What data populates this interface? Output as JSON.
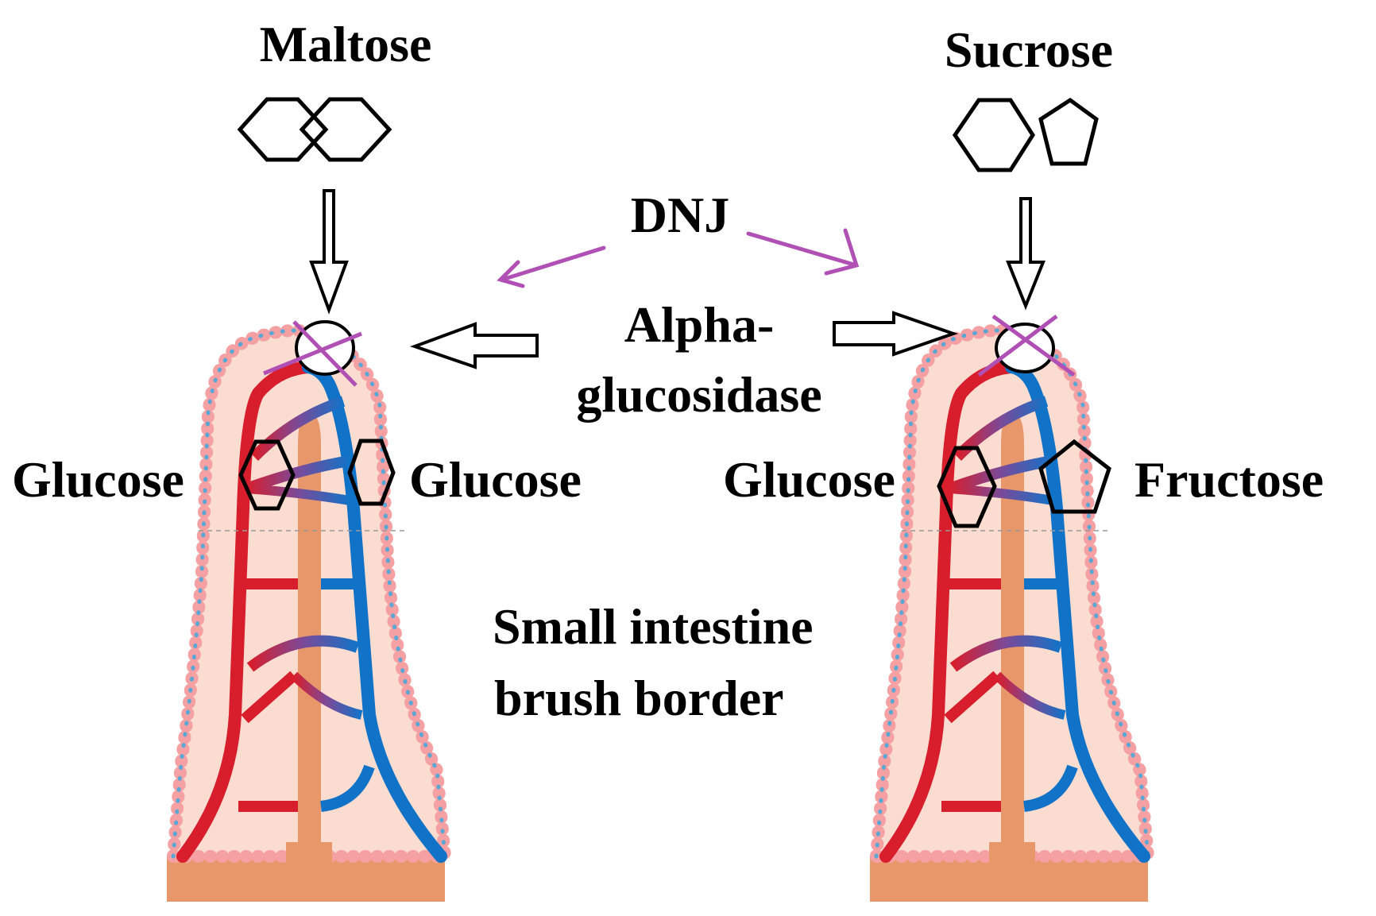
{
  "labels": {
    "maltose": "Maltose",
    "sucrose": "Sucrose",
    "dnj": "DNJ",
    "alpha_line1": "Alpha-",
    "alpha_line2": "glucosidase",
    "left_glucose_a": "Glucose",
    "left_glucose_b": "Glucose",
    "right_glucose": "Glucose",
    "right_fructose": "Fructose",
    "tissue_line1": "Small intestine",
    "tissue_line2": "brush border"
  },
  "colors": {
    "artery": "#d81e2c",
    "vein": "#1173c8",
    "lacteal": "#e8976a",
    "villus_fill": "#fbdcd0",
    "villus_border": "#f5a0a2",
    "villus_dots": "#5aa6d4",
    "inhibition": "#b04fb4",
    "base_tissue": "#e8976a"
  }
}
